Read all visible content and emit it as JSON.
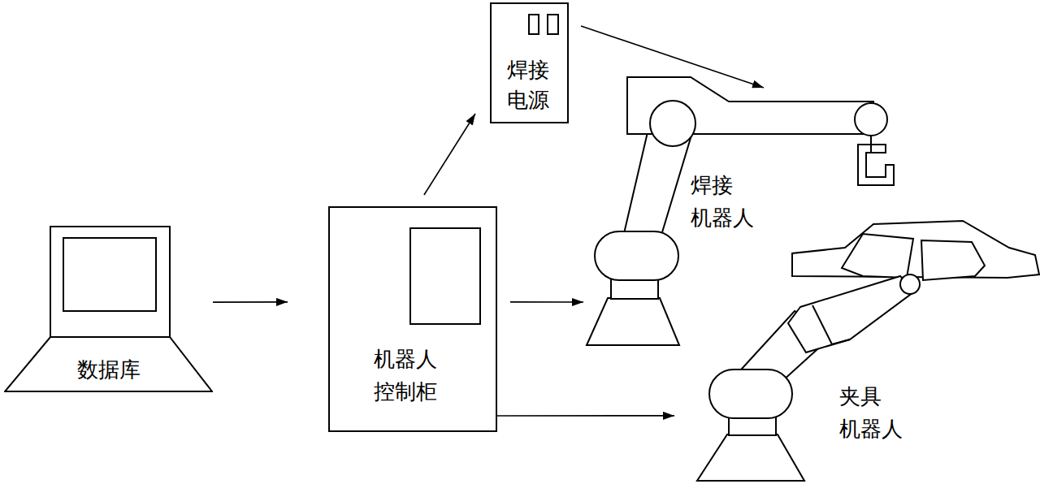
{
  "diagram": {
    "nodes": [
      {
        "text": [
          "数据库"
        ]
      },
      {
        "text": [
          "机器人 控制柜"
        ]
      },
      {
        "text": [
          "焊接 电源"
        ]
      },
      {
        "text": [
          "焊接 机器人"
        ]
      },
      {
        "text": [
          "夹具 机器人"
        ]
      }
    ],
    "edges": [
      {
        "from": 0,
        "to": 1,
        "arrow": "to"
      },
      {
        "from": 1,
        "to": 2,
        "arrow": "to"
      },
      {
        "from": 2,
        "to": 3,
        "arrow": "to"
      },
      {
        "from": 1,
        "to": 3,
        "arrow": "to"
      },
      {
        "from": 1,
        "to": 4,
        "arrow": "to"
      }
    ]
  }
}
